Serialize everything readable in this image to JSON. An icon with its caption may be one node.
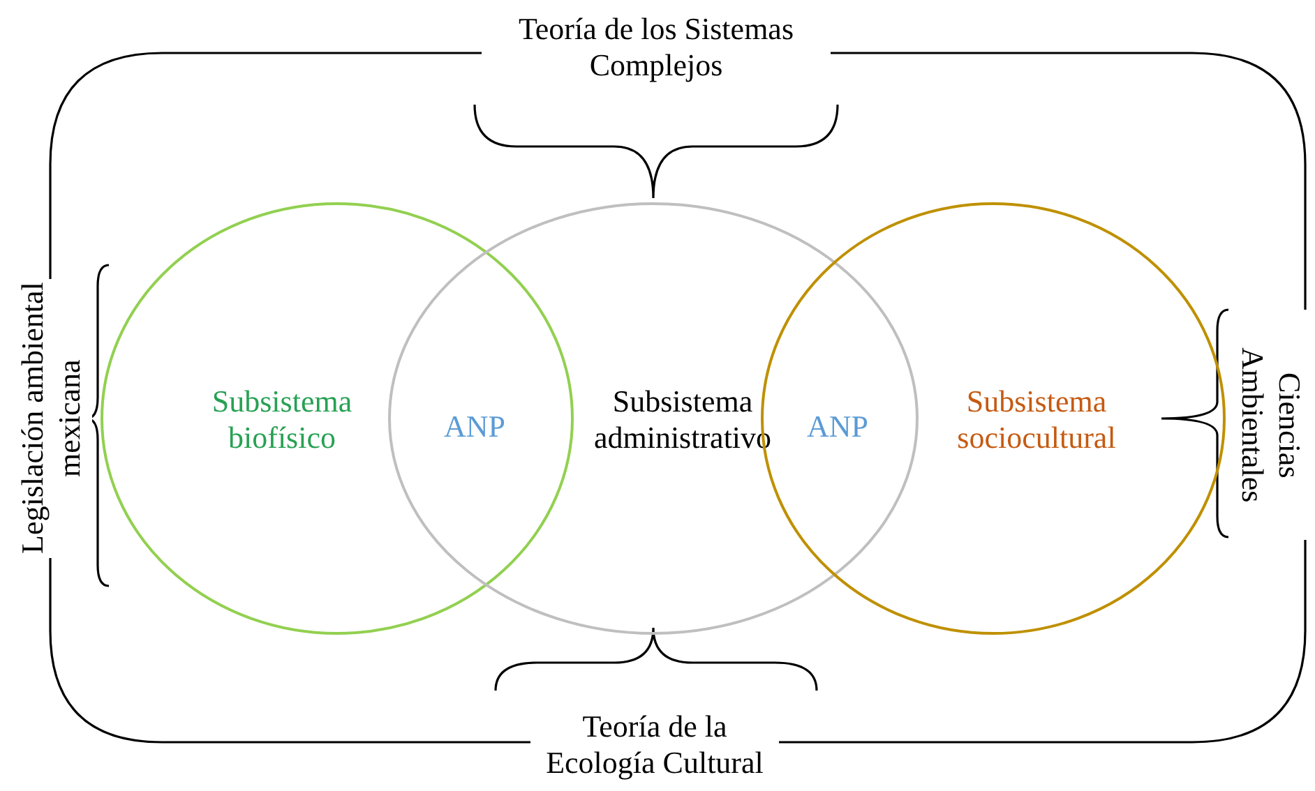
{
  "diagram": {
    "nodes": [
      {
        "text": [
          "Subsistema biofísico"
        ]
      },
      {
        "text": [
          "Subsistema administrativo"
        ]
      },
      {
        "text": [
          "Subsistema sociocultural"
        ]
      }
    ],
    "edges": [],
    "labels": [
      "Teoría de los Sistemas Complejos",
      "Legislación ambiental mexicana",
      "ANP",
      "ANP",
      "Ciencias Ambientales",
      "Teoría de la Ecología Cultural"
    ]
  }
}
